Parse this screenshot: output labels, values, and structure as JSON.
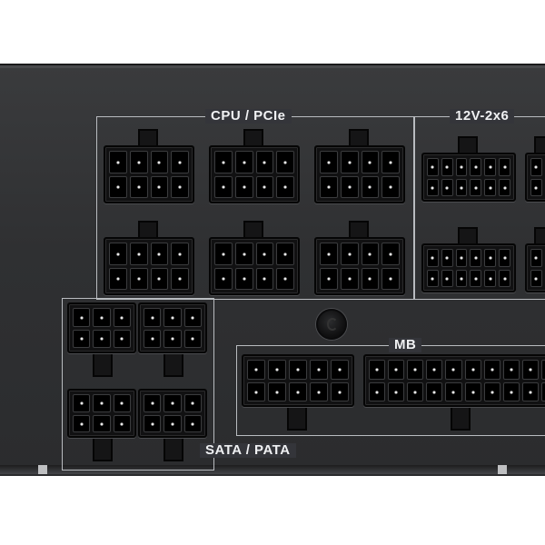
{
  "groups": {
    "cpu_pcie": "CPU / PCIe",
    "v12_2x6": "12V-2x6",
    "mb": "MB",
    "sata_pata": "SATA / PATA"
  }
}
